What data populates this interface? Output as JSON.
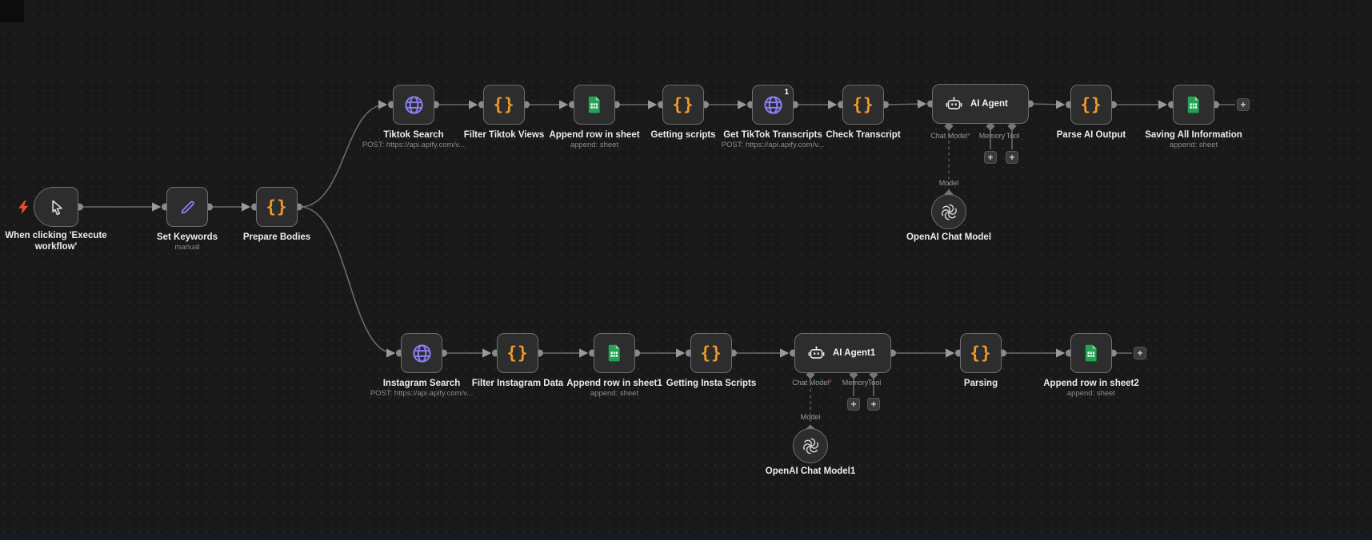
{
  "ui": {
    "plus": "+"
  },
  "colors": {
    "code_orange": "#ef9a2c",
    "http_purple": "#8b7ff2",
    "sheets_green": "#23a455",
    "bolt_red": "#e84e2e",
    "required_red": "#e05252",
    "node_bg": "#2d2d2d",
    "canvas_bg": "#191919"
  },
  "nodes": {
    "trigger": {
      "label": "When clicking 'Execute workflow'"
    },
    "set_keywords": {
      "label": "Set Keywords",
      "sub": "manual"
    },
    "prepare_bodies": {
      "label": "Prepare Bodies"
    },
    "tiktok_search": {
      "label": "Tiktok Search",
      "sub": "POST: https://api.apify.com/v..."
    },
    "filter_tiktok_views": {
      "label": "Filter Tiktok Views"
    },
    "append_row_in_sheet": {
      "label": "Append row in sheet",
      "sub": "append: sheet"
    },
    "getting_scripts": {
      "label": "Getting scripts"
    },
    "get_tiktok_transcripts": {
      "label": "Get TikTok Transcripts",
      "sub": "POST: https://api.apify.com/v...",
      "badge": "1"
    },
    "check_transcript": {
      "label": "Check Transcript"
    },
    "ai_agent": {
      "label": "AI Agent",
      "ports": {
        "chat_model": "Chat Model",
        "required_mark": "*",
        "memory": "Memory",
        "tool": "Tool"
      }
    },
    "parse_ai_output": {
      "label": "Parse AI Output"
    },
    "saving_all_information": {
      "label": "Saving All Information",
      "sub": "append: sheet"
    },
    "openai_chat_model": {
      "label": "OpenAI Chat Model",
      "port": "Model"
    },
    "instagram_search": {
      "label": "Instagram Search",
      "sub": "POST: https://api.apify.com/v..."
    },
    "filter_instagram_data": {
      "label": "Filter Instagram Data"
    },
    "append_row_in_sheet1": {
      "label": "Append row in sheet1",
      "sub": "append: sheet"
    },
    "getting_insta_scripts": {
      "label": "Getting Insta Scripts"
    },
    "ai_agent1": {
      "label": "AI Agent1",
      "ports": {
        "chat_model": "Chat Model",
        "required_mark": "*",
        "memory": "Memory",
        "tool": "Tool"
      }
    },
    "parsing": {
      "label": "Parsing"
    },
    "append_row_in_sheet2": {
      "label": "Append row in sheet2",
      "sub": "append: sheet"
    },
    "openai_chat_model1": {
      "label": "OpenAI Chat Model1",
      "port": "Model"
    }
  }
}
